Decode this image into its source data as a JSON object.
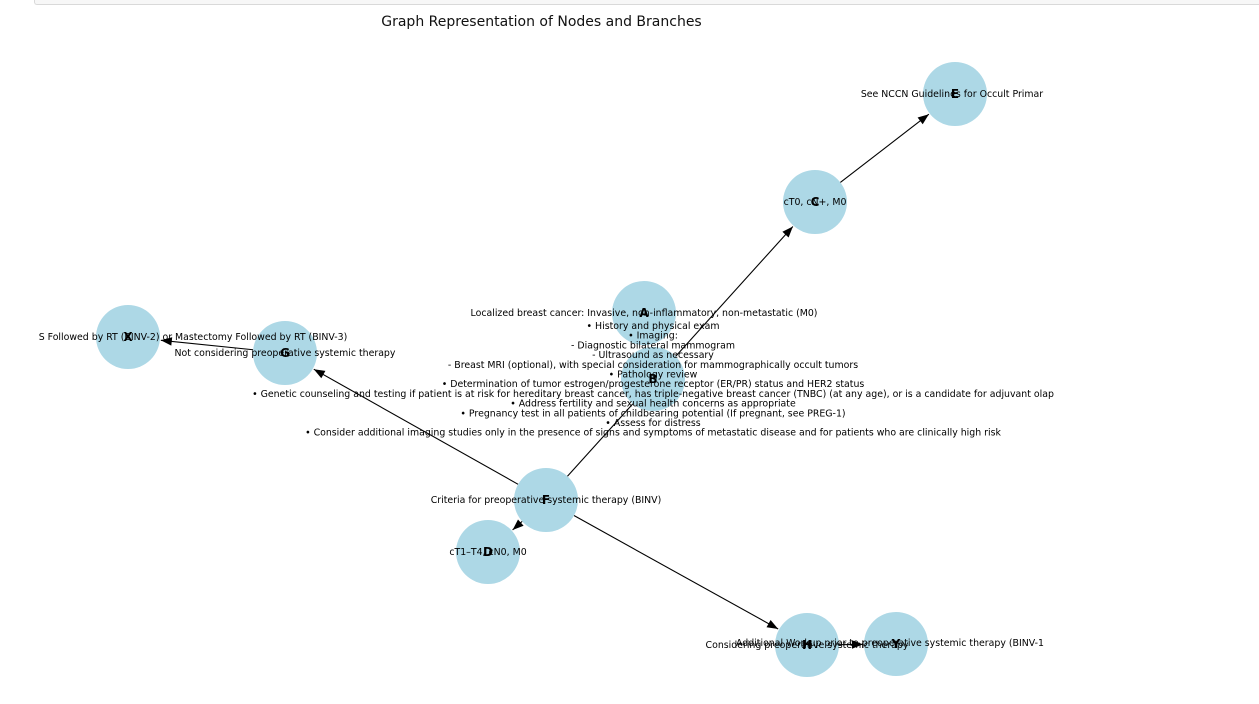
{
  "title": "Graph Representation of Nodes and Branches",
  "colors": {
    "node_fill": "#add8e6",
    "edge": "#000000",
    "text": "#000000"
  },
  "nodes": {
    "A": {
      "id": "A",
      "lines": [
        "Localized breast cancer: Invasive, non-inflammatory, non-metastatic (M0)"
      ]
    },
    "B": {
      "id": "B",
      "lines": [
        "• History and physical exam",
        "• Imaging:",
        "- Diagnostic bilateral mammogram",
        "- Ultrasound as necessary",
        "- Breast MRI (optional), with special consideration for mammographically occult tumors",
        "• Pathology review",
        "• Determination of tumor estrogen/progesterone receptor (ER/PR) status and HER2 status",
        "• Genetic counseling and testing if patient is at risk for hereditary breast cancer, has triple-negative breast cancer (TNBC) (at any age), or is a candidate for adjuvant olap",
        "• Address fertility and sexual health concerns as appropriate",
        "• Pregnancy test in all patients of childbearing potential (If pregnant, see PREG-1)",
        "• Assess for distress",
        "• Consider additional imaging studies only in the presence of signs and symptoms of metastatic disease and for patients who are clinically high risk"
      ]
    },
    "C": {
      "id": "C",
      "lines": [
        "cT0, cN+, M0"
      ]
    },
    "D": {
      "id": "D",
      "lines": [
        "cT1–T4, cN0, M0"
      ]
    },
    "E": {
      "id": "E",
      "lines": [
        "See NCCN Guidelines for Occult Primar"
      ]
    },
    "F": {
      "id": "F",
      "lines": [
        "Criteria for preoperative systemic therapy (BINV)"
      ]
    },
    "G": {
      "id": "G",
      "lines": [
        "Not considering preoperative systemic therapy"
      ]
    },
    "H": {
      "id": "H",
      "lines": [
        "Considering preoperative systemic therapy"
      ]
    },
    "X": {
      "id": "X",
      "lines": [
        "S Followed by RT (BINV-2) or Mastectomy Followed by RT (BINV-3)"
      ]
    },
    "Y": {
      "id": "Y",
      "lines": [
        "Additional Workup prior to preoperative systemic therapy (BINV-1"
      ]
    }
  },
  "edges": [
    {
      "from": "F",
      "to": "C"
    },
    {
      "from": "C",
      "to": "E"
    },
    {
      "from": "F",
      "to": "D"
    },
    {
      "from": "F",
      "to": "G"
    },
    {
      "from": "F",
      "to": "H"
    },
    {
      "from": "G",
      "to": "X"
    },
    {
      "from": "H",
      "to": "Y"
    }
  ]
}
